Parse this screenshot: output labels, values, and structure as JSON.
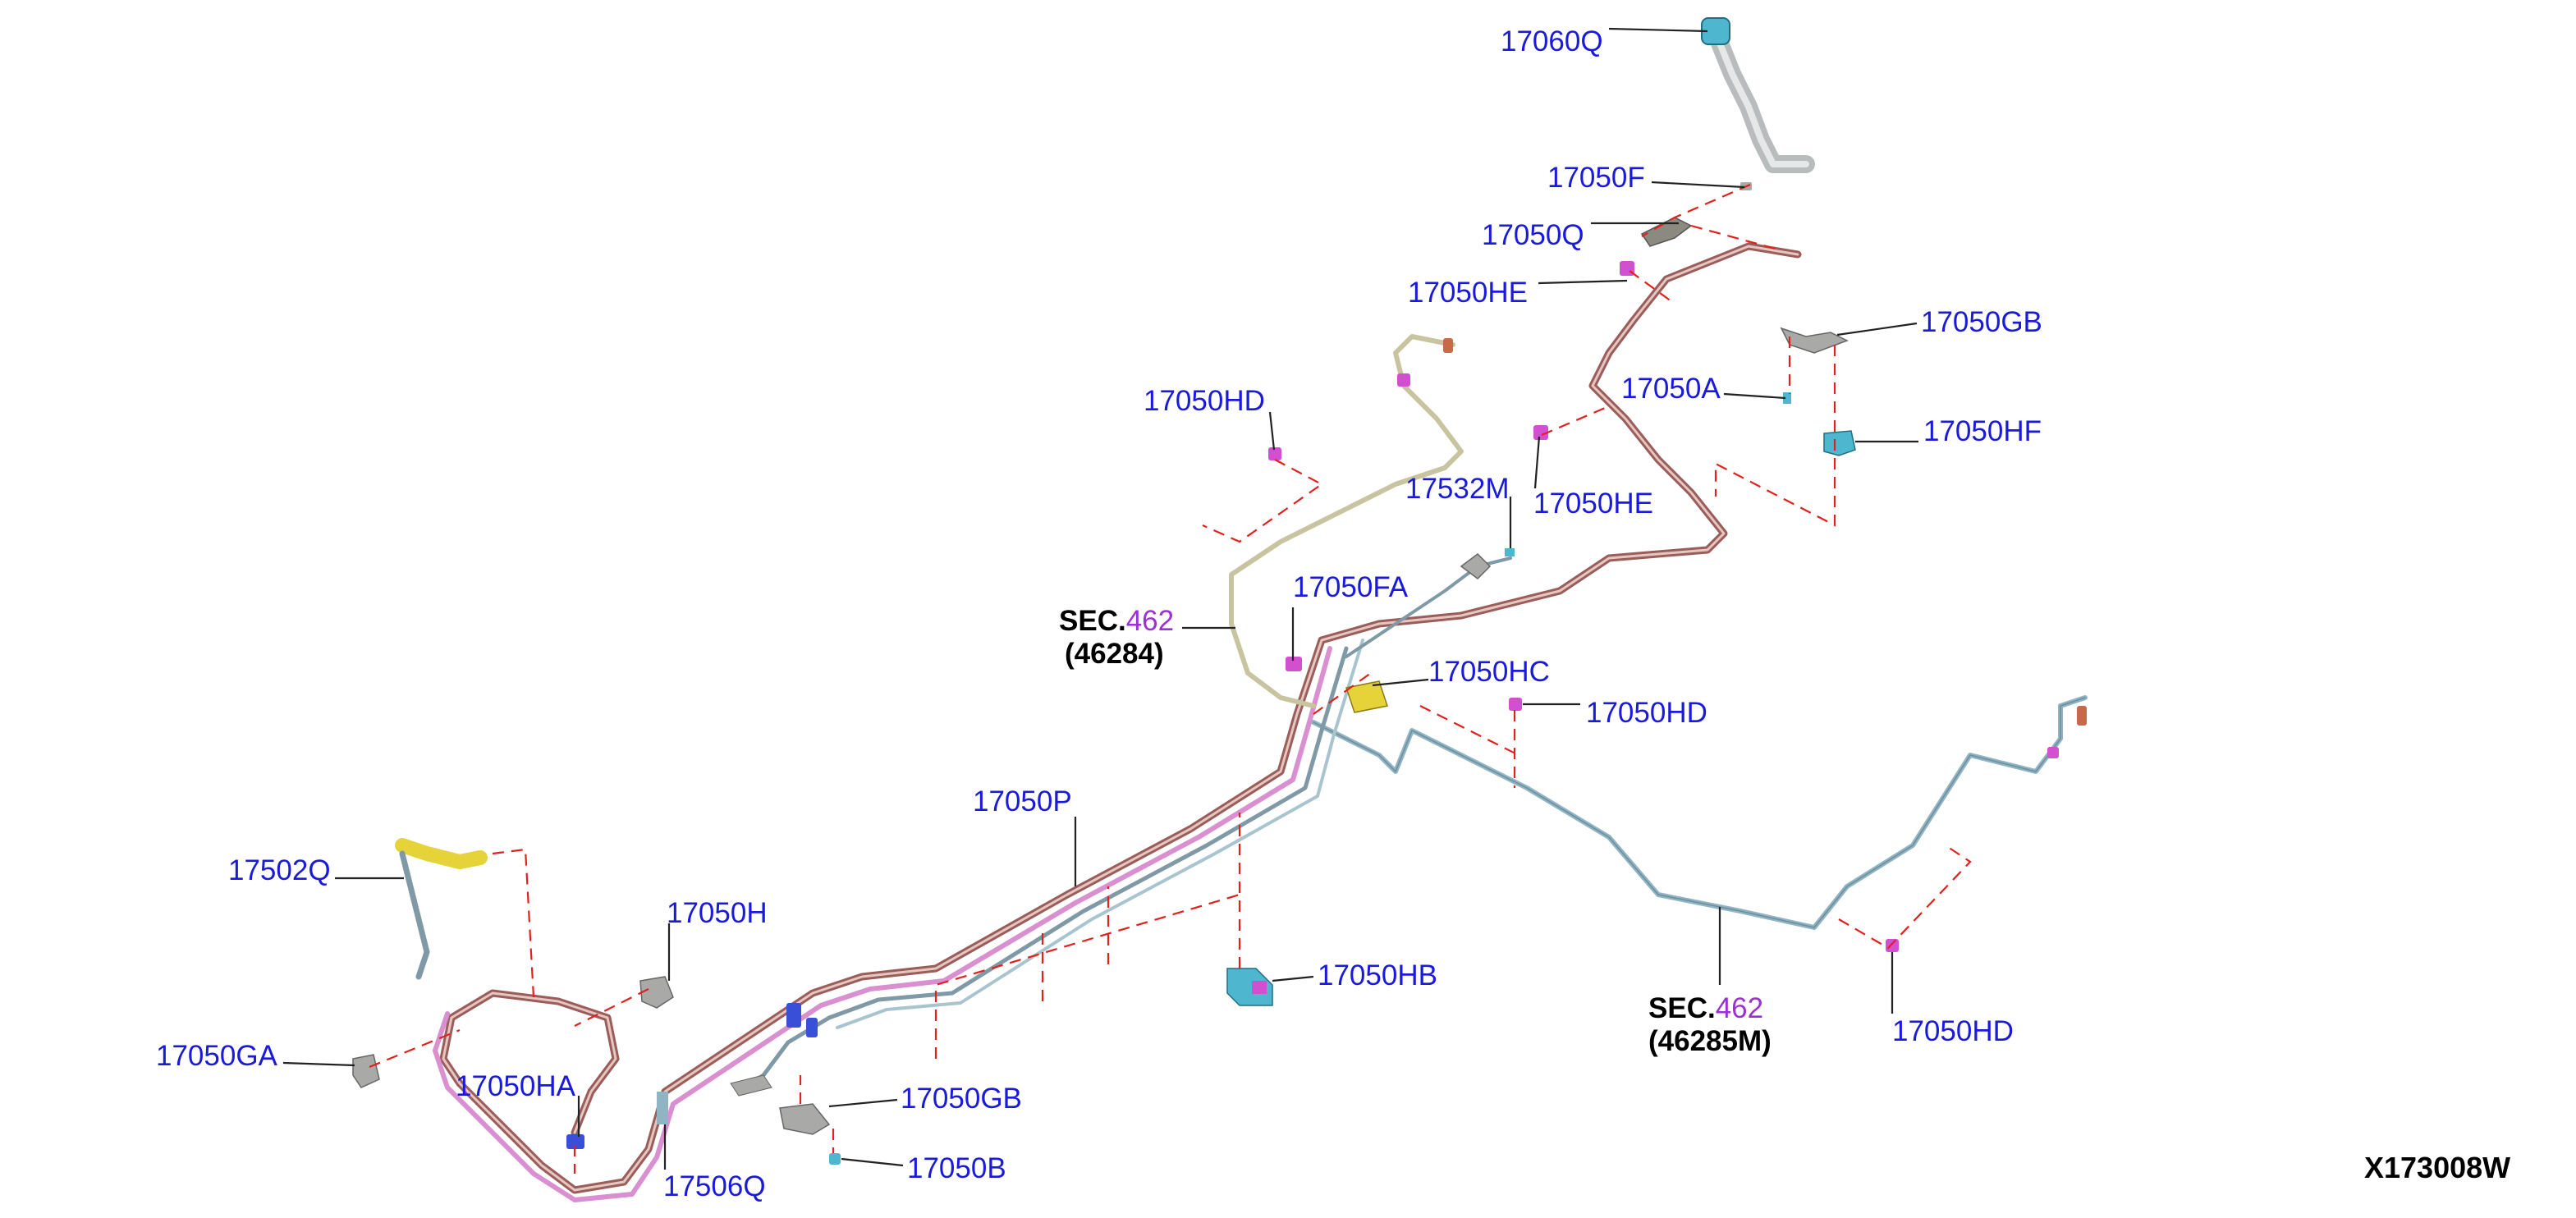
{
  "diagram": {
    "drawing_code": "X173008W",
    "sections": [
      {
        "id": "sec-46284",
        "prefix": "SEC.",
        "number": "462",
        "sub": "(46284)"
      },
      {
        "id": "sec-46285m",
        "prefix": "SEC.",
        "number": "462",
        "sub": "(46285M)"
      }
    ],
    "callouts": [
      "17060Q",
      "17050F",
      "17050Q",
      "17050HE",
      "17050GB",
      "17050A",
      "17050HF",
      "17050HD",
      "17532M",
      "17050HE",
      "17050FA",
      "17050HC",
      "17050HD",
      "17050P",
      "17502Q",
      "17050H",
      "17050HB",
      "17050GA",
      "17050HA",
      "17050GB",
      "17050B",
      "17506Q",
      "17050HD"
    ]
  },
  "colors": {
    "label": "#1a1adc",
    "section_number": "#9b30d9",
    "leader": "#222222",
    "dashed_guide": "#e3201b",
    "tube_brown": "#9a5e5a",
    "tube_pink": "#d98fd0",
    "tube_tan": "#c9c4a0",
    "tube_blue": "#8fb4c4",
    "tube_steel": "#7f9aa6",
    "clip_magenta": "#d24fd0",
    "clip_blue": "#3a4fd8",
    "part_yellow": "#e6d33a",
    "part_cyan": "#4fb6cf",
    "part_grey": "#a9aaa8"
  }
}
